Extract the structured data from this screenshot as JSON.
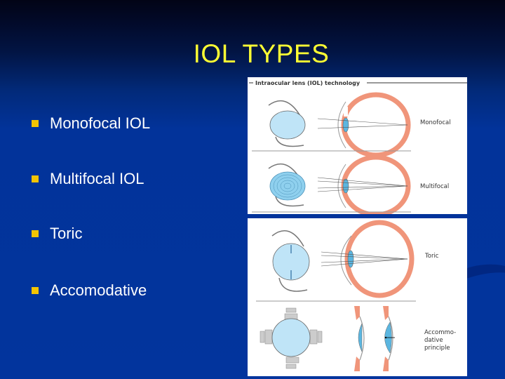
{
  "slide": {
    "title": "IOL TYPES",
    "bullets": [
      {
        "label": "Monofocal IOL"
      },
      {
        "label": "Multifocal IOL"
      },
      {
        "label": "Toric"
      },
      {
        "label": "Accomodative"
      }
    ]
  },
  "figure_top": {
    "header": "Intraocular lens (IOL) technology",
    "rows": [
      {
        "label": "Monofocal"
      },
      {
        "label": "Multifocal"
      }
    ]
  },
  "figure_bottom": {
    "rows": [
      {
        "label": "Toric"
      },
      {
        "label_lines": [
          "Accommo-",
          "dative",
          "principle"
        ]
      }
    ]
  },
  "colors": {
    "title": "#ffff33",
    "bullet_marker": "#f4c400",
    "bullet_text": "#ffffff",
    "lens_fill": "#bfe4f7",
    "sclera": "#f0957a"
  }
}
